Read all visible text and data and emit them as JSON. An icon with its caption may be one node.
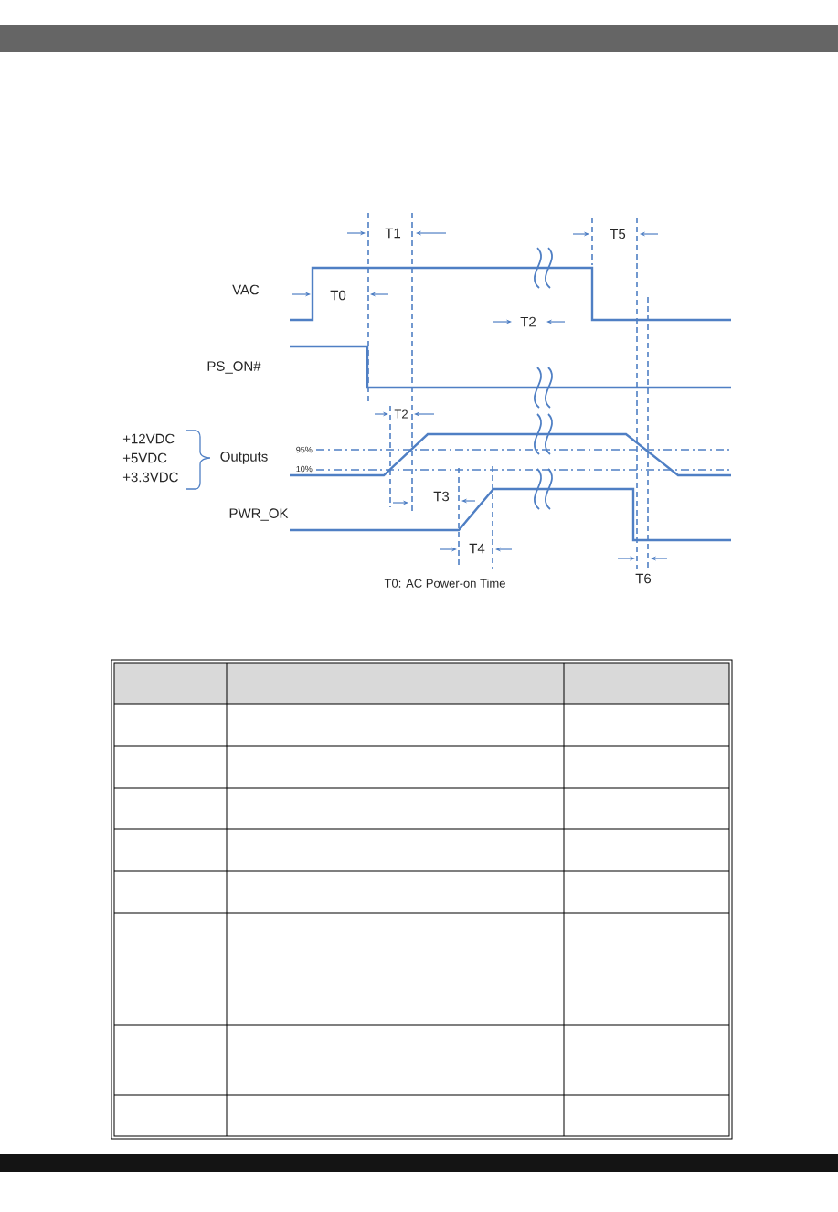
{
  "diagram": {
    "labels": [
      "T1",
      "T5",
      "VAC",
      "T0",
      "T2",
      "PS_ON#",
      "T2",
      "+12VDC",
      "95%",
      "Outputs",
      "+5VDC",
      "10%",
      "+3.3VDC",
      "T3",
      "PWR_OK",
      "T4",
      "T6",
      "T0: AC Power-on Time"
    ]
  }
}
